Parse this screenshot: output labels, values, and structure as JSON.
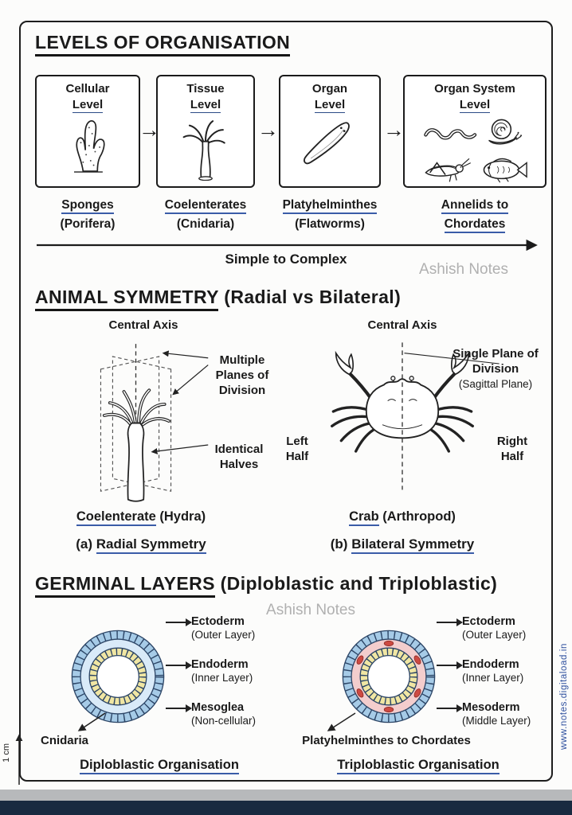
{
  "page": {
    "title": "LEVELS OF ORGANISATION",
    "watermark": "Ashish Notes",
    "side_url": "www.notes.digitaload.in",
    "scale_label": "1 cm"
  },
  "levels": {
    "flow_label": "Simple to Complex",
    "arrow": "→",
    "items": [
      {
        "name": "Cellular",
        "level_word": "Level",
        "cap_main": "Sponges",
        "cap_sub": "(Porifera)"
      },
      {
        "name": "Tissue",
        "level_word": "Level",
        "cap_main": "Coelenterates",
        "cap_sub": "(Cnidaria)"
      },
      {
        "name": "Organ",
        "level_word": "Level",
        "cap_main": "Platyhelminthes",
        "cap_sub": "(Flatworms)"
      },
      {
        "name": "Organ System",
        "level_word": "Level",
        "cap_main": "Annelids to",
        "cap_sub": "Chordates"
      }
    ]
  },
  "symmetry": {
    "heading": "ANIMAL SYMMETRY",
    "heading_sub": "(Radial vs Bilateral)",
    "radial": {
      "axis_label": "Central Axis",
      "planes_label": "Multiple Planes of Division",
      "halves_label": "Identical Halves",
      "caption_main": "Coelenterate",
      "caption_sub": "(Hydra)",
      "tag": "(a)",
      "tag_label": "Radial Symmetry"
    },
    "bilateral": {
      "axis_label": "Central Axis",
      "plane_label": "Single Plane of Division",
      "plane_sub": "(Sagittal Plane)",
      "left_label": "Left Half",
      "right_label": "Right Half",
      "caption_main": "Crab",
      "caption_sub": "(Arthropod)",
      "tag": "(b)",
      "tag_label": "Bilateral Symmetry"
    }
  },
  "germinal": {
    "heading": "GERMINAL LAYERS",
    "heading_sub": "(Diploblastic and Triploblastic)",
    "diploblastic": {
      "labels": [
        {
          "main": "Ectoderm",
          "sub": "(Outer Layer)"
        },
        {
          "main": "Endoderm",
          "sub": "(Inner Layer)"
        },
        {
          "main": "Mesoglea",
          "sub": "(Non-cellular)"
        }
      ],
      "organism": "Cnidaria",
      "caption": "Diploblastic Organisation"
    },
    "triploblastic": {
      "labels": [
        {
          "main": "Ectoderm",
          "sub": "(Outer Layer)"
        },
        {
          "main": "Endoderm",
          "sub": "(Inner Layer)"
        },
        {
          "main": "Mesoderm",
          "sub": "(Middle Layer)"
        }
      ],
      "organism": "Platyhelminthes to Chordates",
      "caption": "Triploblastic Organisation"
    }
  }
}
